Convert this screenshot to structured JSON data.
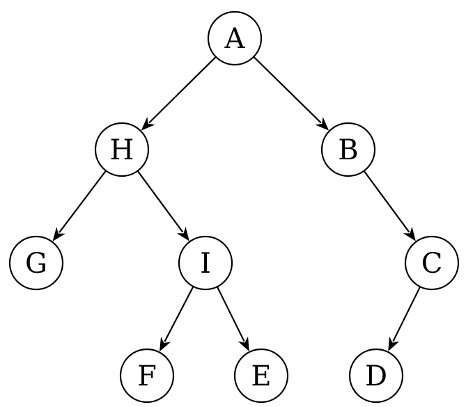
{
  "diagram": {
    "type": "binary-tree",
    "nodes": [
      {
        "id": "A",
        "label": "A"
      },
      {
        "id": "H",
        "label": "H"
      },
      {
        "id": "B",
        "label": "B"
      },
      {
        "id": "G",
        "label": "G"
      },
      {
        "id": "I",
        "label": "I"
      },
      {
        "id": "C",
        "label": "C"
      },
      {
        "id": "F",
        "label": "F"
      },
      {
        "id": "E",
        "label": "E"
      },
      {
        "id": "D",
        "label": "D"
      }
    ],
    "edges": [
      {
        "from": "A",
        "to": "H"
      },
      {
        "from": "A",
        "to": "B"
      },
      {
        "from": "H",
        "to": "G"
      },
      {
        "from": "H",
        "to": "I"
      },
      {
        "from": "B",
        "to": "C"
      },
      {
        "from": "I",
        "to": "F"
      },
      {
        "from": "I",
        "to": "E"
      },
      {
        "from": "C",
        "to": "D"
      }
    ],
    "colors": {
      "stroke": "#000000",
      "fill": "#ffffff",
      "text": "#000000"
    }
  }
}
